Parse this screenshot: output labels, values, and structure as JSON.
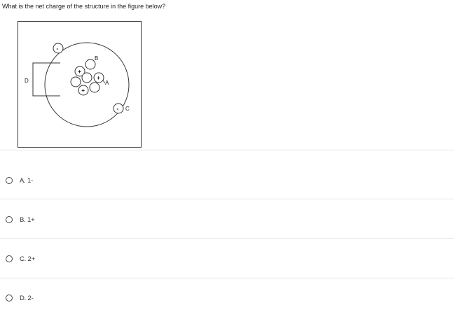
{
  "question": {
    "text": "What is the net charge of the structure in the figure below?"
  },
  "figure": {
    "labels": {
      "a": "A",
      "b": "B",
      "c": "C",
      "d": "D"
    },
    "signs": {
      "negative": "-",
      "positive": "+"
    }
  },
  "options": [
    {
      "label": "A. 1-"
    },
    {
      "label": "B. 1+"
    },
    {
      "label": "C. 2+"
    },
    {
      "label": "D. 2-"
    }
  ]
}
